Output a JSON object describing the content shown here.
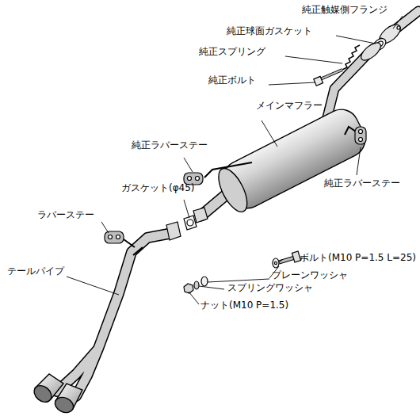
{
  "diagram": {
    "labels": [
      "純正触媒側フランジ",
      "純正球面ガスケット",
      "純正スプリング",
      "純正ボルト",
      "メインマフラー",
      "純正ラバーステー",
      "純正ラバーステー",
      "ガスケット(φ45)",
      "ラバーステー",
      "ボルト(M10 P=1.5 L=25)",
      "プレーンワッシャ",
      "テールパイプ",
      "スプリングワッシャ",
      "ナット(M10 P=1.5)"
    ]
  }
}
